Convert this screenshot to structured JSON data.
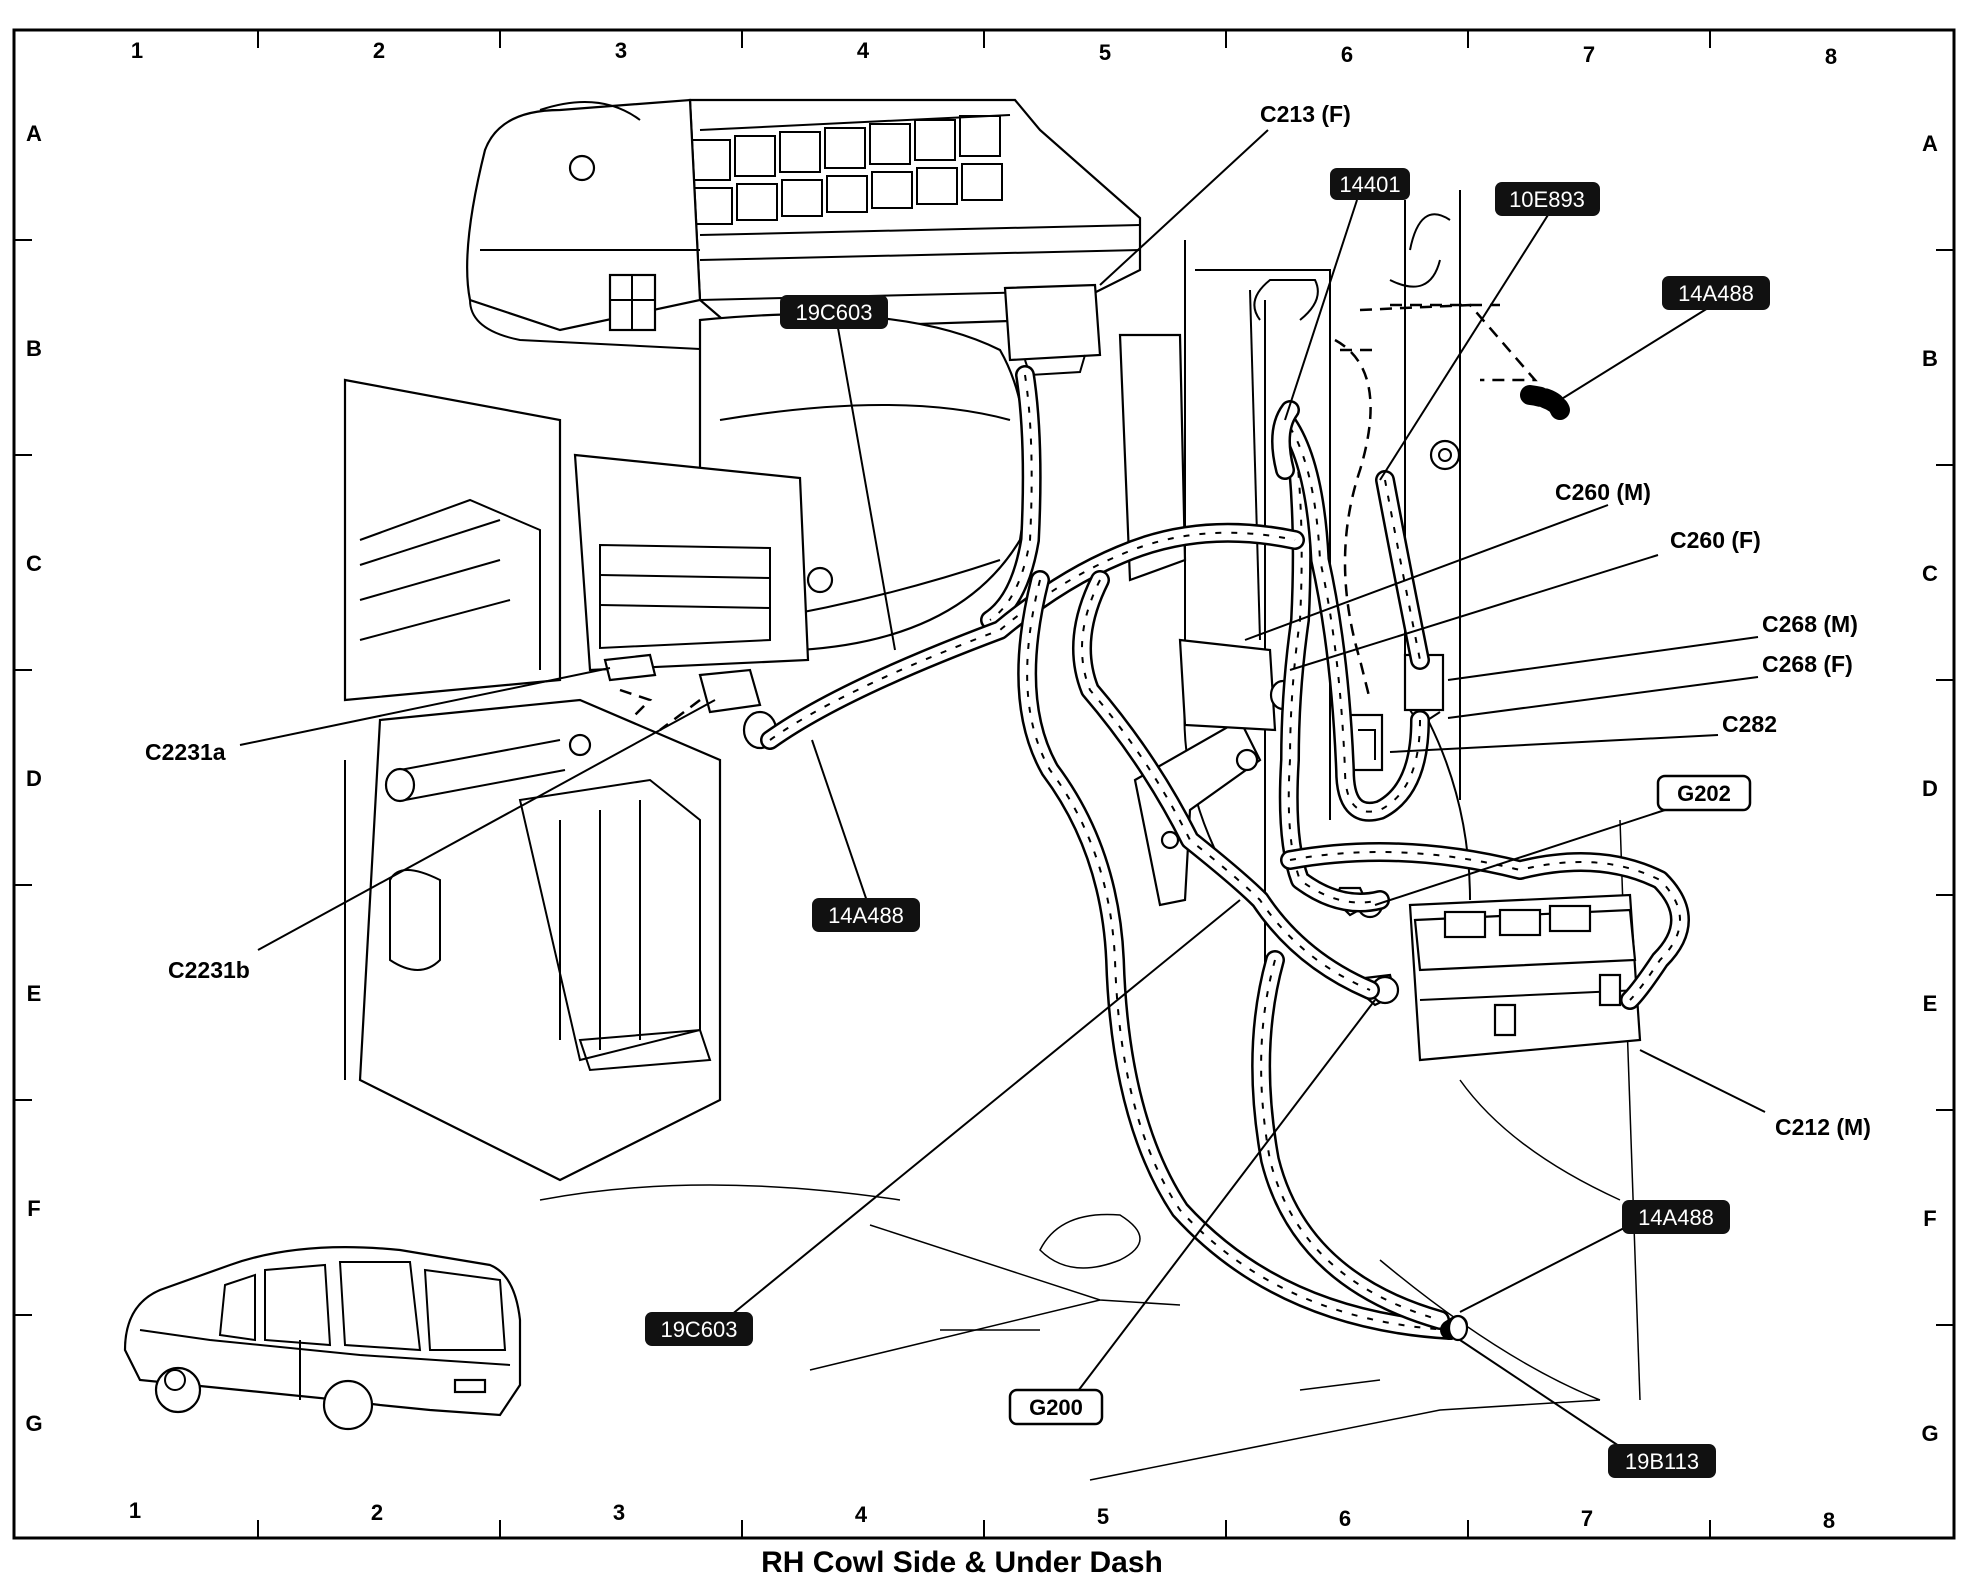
{
  "caption": "RH Cowl Side & Under Dash",
  "grid": {
    "columns": [
      "1",
      "2",
      "3",
      "4",
      "5",
      "6",
      "7",
      "8"
    ],
    "rows": [
      "A",
      "B",
      "C",
      "D",
      "E",
      "F",
      "G"
    ]
  },
  "callouts": {
    "c213f": "C213 (F)",
    "c260m": "C260 (M)",
    "c260f": "C260 (F)",
    "c268m": "C268 (M)",
    "c268f": "C268 (F)",
    "c282": "C282",
    "c2231a": "C2231a",
    "c2231b": "C2231b",
    "c212m": "C212 (M)"
  },
  "tags_dark": {
    "t14401": "14401",
    "t10e893": "10E893",
    "t14a488_top": "14A488",
    "t19c603_top": "19C603",
    "t14a488_mid": "14A488",
    "t19c603_bottom": "19C603",
    "t14a488_bottom": "14A488",
    "t19b113": "19B113"
  },
  "tags_light": {
    "g202": "G202",
    "g200": "G200"
  }
}
